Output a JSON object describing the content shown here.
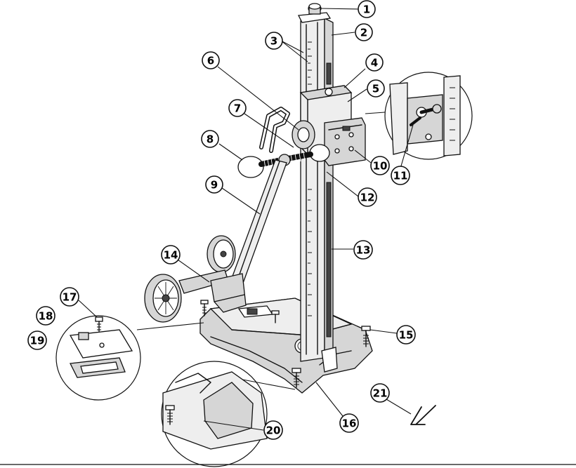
{
  "callouts": [
    {
      "id": "callout-1",
      "label": "1"
    },
    {
      "id": "callout-2",
      "label": "2"
    },
    {
      "id": "callout-3",
      "label": "3"
    },
    {
      "id": "callout-4",
      "label": "4"
    },
    {
      "id": "callout-5",
      "label": "5"
    },
    {
      "id": "callout-6",
      "label": "6"
    },
    {
      "id": "callout-7",
      "label": "7"
    },
    {
      "id": "callout-8",
      "label": "8"
    },
    {
      "id": "callout-9",
      "label": "9"
    },
    {
      "id": "callout-10",
      "label": "10"
    },
    {
      "id": "callout-11",
      "label": "11"
    },
    {
      "id": "callout-12",
      "label": "12"
    },
    {
      "id": "callout-13",
      "label": "13"
    },
    {
      "id": "callout-14",
      "label": "14"
    },
    {
      "id": "callout-15",
      "label": "15"
    },
    {
      "id": "callout-16",
      "label": "16"
    },
    {
      "id": "callout-17",
      "label": "17"
    },
    {
      "id": "callout-18",
      "label": "18"
    },
    {
      "id": "callout-19",
      "label": "19"
    },
    {
      "id": "callout-20",
      "label": "20"
    },
    {
      "id": "callout-21",
      "label": "21"
    }
  ],
  "colors": {
    "line": "#111111",
    "fill_grey": "#d6d6d6",
    "fill_light": "#eeeeee"
  }
}
